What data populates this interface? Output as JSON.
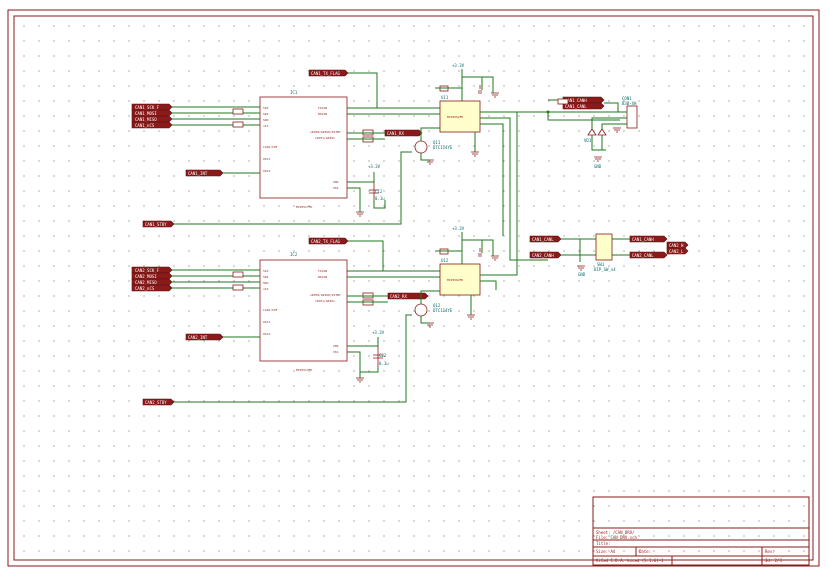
{
  "sheet": {
    "grid_dots": true,
    "border_color": "#8b1a1a",
    "wire_color": "#1f7a1f",
    "ref_color": "#0b6b6b"
  },
  "title_block": {
    "sheet_line": "Sheet: /CAN_DRV/",
    "file_line": "File: CAN_DRV.sch",
    "title_line": "Title:",
    "size_line": "Size: A4",
    "date_line": "Date:",
    "rev_line": "Rev:",
    "kicad_line": "KiCad E.D.A.  kicad (5.1.6)-1",
    "id_line": "Id: 2/3"
  },
  "top_channel": {
    "ic_ref": "IC1",
    "ic_part": "MCP2517FD",
    "transceiver_ref": "U11",
    "transceiver_part": "MCP2562FD",
    "power_label": "+3.3V",
    "vcc_label": "+3.3V",
    "tx_label": "CAN1_TX_FLAG",
    "int_label": "CAN1_INT",
    "rx_label": "CAN1_RX",
    "mcu_labels": [
      "CAN1_SCK_F",
      "CAN1_MOSI",
      "CAN1_MISO",
      "CAN1_nCS"
    ],
    "stby_label": "CAN1_STBY",
    "bus_labels": [
      "CAN1_CANH",
      "CAN1_CANL"
    ],
    "transistor_ref": "Q11",
    "transistor_part": "DTC114YE",
    "cap_ref": "C12",
    "cap_value": "0.1u"
  },
  "bottom_channel": {
    "ic_ref": "IC2",
    "ic_part": "MCP2517FD",
    "transceiver_ref": "U12",
    "transceiver_part": "MCP2562FD",
    "power_label": "+3.3V",
    "vcc_label": "+3.3V",
    "tx_label": "CAN2_TX_FLAG",
    "int_label": "CAN2_INT",
    "rx_label": "CAN2_RX",
    "mcu_labels": [
      "CAN2_SCK_F",
      "CAN2_MOSI",
      "CAN2_MISO",
      "CAN2_nCS"
    ],
    "stby_label": "CAN2_STBY",
    "bus_labels": [
      "CAN2_CANH",
      "CAN2_CANL"
    ],
    "transistor_ref": "Q12",
    "transistor_part": "DTC114YE",
    "cap_ref": "C22",
    "cap_value": "0.1u"
  },
  "connector": {
    "ref": "CON1",
    "part": "B3B-XH",
    "labels": [
      "CAN1_CANH",
      "CAN1_CANL"
    ],
    "diode_ref": "VD1",
    "gnd_label": "GND"
  },
  "termination": {
    "ref": "SW1",
    "part": "DIP_SW_x4",
    "left_labels": [
      "CAN1_CANL",
      "CAN2_CANH"
    ],
    "right_labels": [
      "CAN1_CANH",
      "CAN2_CANL"
    ],
    "out_labels": [
      "CAN2_H",
      "CAN2_L"
    ]
  },
  "gnd_text": "GND",
  "pins": {
    "left": [
      "SCK",
      "SDI",
      "SDO",
      "nCS"
    ],
    "osc": [
      "CLKO/SOF",
      "OSC1",
      "OSC2"
    ],
    "right": [
      "TXCAN",
      "RXCAN",
      "nINT0/GPIO0/XSTBY",
      "nINT1/GPIO1",
      "VDD",
      "VSS"
    ]
  }
}
